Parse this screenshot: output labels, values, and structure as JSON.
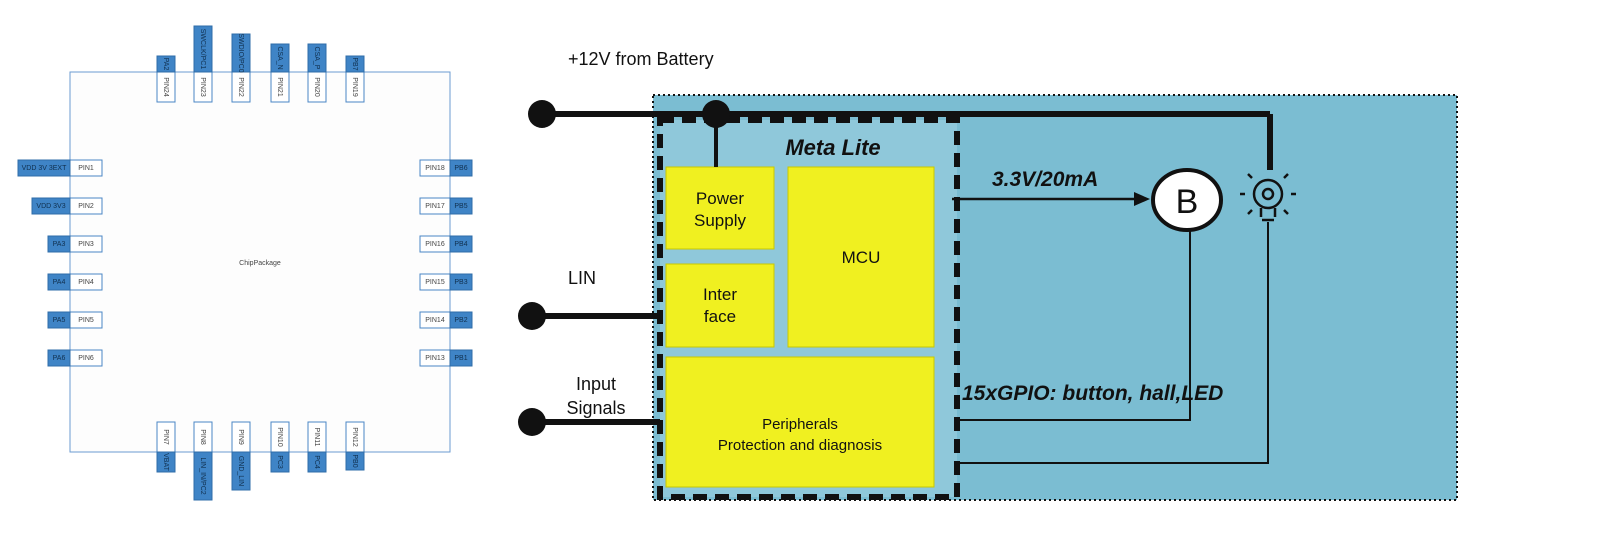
{
  "chip": {
    "package_label": "ChipPackage",
    "top_pins": [
      {
        "pin": "PIN24",
        "signal": "PA2"
      },
      {
        "pin": "PIN23",
        "signal": "SWCLK/PC1"
      },
      {
        "pin": "PIN22",
        "signal": "SWDIO/PC0"
      },
      {
        "pin": "PIN21",
        "signal": "CSA_N"
      },
      {
        "pin": "PIN20",
        "signal": "CSA_P"
      },
      {
        "pin": "PIN19",
        "signal": "PB7"
      }
    ],
    "left_pins": [
      {
        "pin": "PIN1",
        "signal": "VDD 3V 3EXT"
      },
      {
        "pin": "PIN2",
        "signal": "VDD 3V3"
      },
      {
        "pin": "PIN3",
        "signal": "PA3"
      },
      {
        "pin": "PIN4",
        "signal": "PA4"
      },
      {
        "pin": "PIN5",
        "signal": "PA5"
      },
      {
        "pin": "PIN6",
        "signal": "PA6"
      }
    ],
    "right_pins": [
      {
        "pin": "PIN18",
        "signal": "PB6"
      },
      {
        "pin": "PIN17",
        "signal": "PB5"
      },
      {
        "pin": "PIN16",
        "signal": "PB4"
      },
      {
        "pin": "PIN15",
        "signal": "PB3"
      },
      {
        "pin": "PIN14",
        "signal": "PB2"
      },
      {
        "pin": "PIN13",
        "signal": "PB1"
      }
    ],
    "bottom_pins": [
      {
        "pin": "PIN7",
        "signal": "VBAT"
      },
      {
        "pin": "PIN8",
        "signal": "LIN_IN/PC2"
      },
      {
        "pin": "PIN9",
        "signal": "GND_LIN"
      },
      {
        "pin": "PIN10",
        "signal": "PC3"
      },
      {
        "pin": "PIN11",
        "signal": "PC4"
      },
      {
        "pin": "PIN12",
        "signal": "PB0"
      }
    ]
  },
  "block": {
    "battery_label": "+12V from Battery",
    "lin_label": "LIN",
    "input_label_1": "Input",
    "input_label_2": "Signals",
    "title": "Meta Lite",
    "power_1": "Power",
    "power_2": "Supply",
    "interface_1": "Inter",
    "interface_2": "face",
    "mcu": "MCU",
    "peripherals_1": "Peripherals",
    "peripherals_2": "Protection and diagnosis",
    "voltage_label": "3.3V/20mA",
    "gpio_label": "15xGPIO: button, hall,LED",
    "button_symbol": "B"
  },
  "colors": {
    "pin_blue": "#3f84c6",
    "board_bg": "#7bbdd2",
    "block_yellow": "#f0f020",
    "inner_bg": "#8fc8da"
  }
}
